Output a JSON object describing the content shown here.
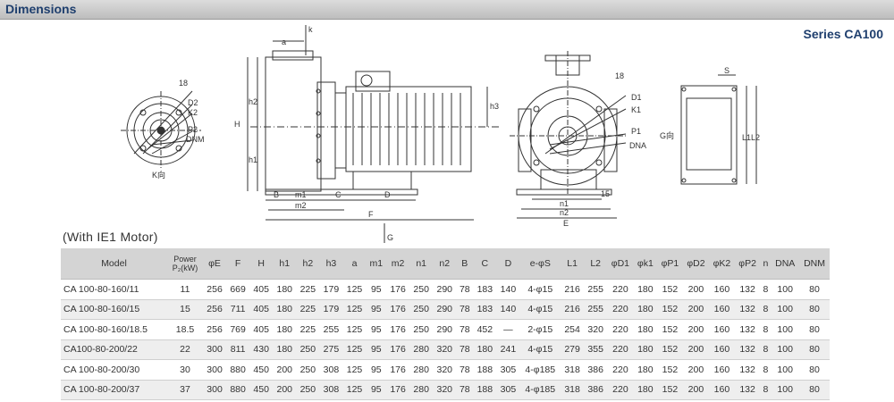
{
  "header": {
    "title": "Dimensions"
  },
  "series_label": "Series CA100",
  "subtitle": "(With IE1 Motor)",
  "drawing_labels": {
    "flange_left": [
      "18",
      "D2",
      "K2",
      "P2",
      "DNM",
      "K向"
    ],
    "side": [
      "a",
      "k",
      "H",
      "h2",
      "h1",
      "h3",
      "B",
      "m1",
      "m2",
      "C",
      "D",
      "F",
      "G"
    ],
    "front": [
      "18",
      "D1",
      "K1",
      "P1",
      "DNA",
      "15",
      "n1",
      "n2",
      "E"
    ],
    "base": [
      "S",
      "L1",
      "L2",
      "G向"
    ]
  },
  "table": {
    "headers": [
      "Model",
      "Power",
      "P₂(kW)",
      "φE",
      "F",
      "H",
      "h1",
      "h2",
      "h3",
      "a",
      "m1",
      "m2",
      "n1",
      "n2",
      "B",
      "C",
      "D",
      "e-φS",
      "L1",
      "L2",
      "φD1",
      "φk1",
      "φP1",
      "φD2",
      "φK2",
      "φP2",
      "n",
      "DNA",
      "DNM"
    ],
    "rows": [
      [
        "CA 100-80-160/11",
        "11",
        "256",
        "669",
        "405",
        "180",
        "225",
        "179",
        "125",
        "95",
        "176",
        "250",
        "290",
        "78",
        "183",
        "140",
        "4-φ15",
        "216",
        "255",
        "220",
        "180",
        "152",
        "200",
        "160",
        "132",
        "8",
        "100",
        "80"
      ],
      [
        "CA 100-80-160/15",
        "15",
        "256",
        "711",
        "405",
        "180",
        "225",
        "179",
        "125",
        "95",
        "176",
        "250",
        "290",
        "78",
        "183",
        "140",
        "4-φ15",
        "216",
        "255",
        "220",
        "180",
        "152",
        "200",
        "160",
        "132",
        "8",
        "100",
        "80"
      ],
      [
        "CA 100-80-160/18.5",
        "18.5",
        "256",
        "769",
        "405",
        "180",
        "225",
        "255",
        "125",
        "95",
        "176",
        "250",
        "290",
        "78",
        "452",
        "—",
        "2-φ15",
        "254",
        "320",
        "220",
        "180",
        "152",
        "200",
        "160",
        "132",
        "8",
        "100",
        "80"
      ],
      [
        "CA100-80-200/22",
        "22",
        "300",
        "811",
        "430",
        "180",
        "250",
        "275",
        "125",
        "95",
        "176",
        "280",
        "320",
        "78",
        "180",
        "241",
        "4-φ15",
        "279",
        "355",
        "220",
        "180",
        "152",
        "200",
        "160",
        "132",
        "8",
        "100",
        "80"
      ],
      [
        "CA 100-80-200/30",
        "30",
        "300",
        "880",
        "450",
        "200",
        "250",
        "308",
        "125",
        "95",
        "176",
        "280",
        "320",
        "78",
        "188",
        "305",
        "4-φ185",
        "318",
        "386",
        "220",
        "180",
        "152",
        "200",
        "160",
        "132",
        "8",
        "100",
        "80"
      ],
      [
        "CA 100-80-200/37",
        "37",
        "300",
        "880",
        "450",
        "200",
        "250",
        "308",
        "125",
        "95",
        "176",
        "280",
        "320",
        "78",
        "188",
        "305",
        "4-φ185",
        "318",
        "386",
        "220",
        "180",
        "152",
        "200",
        "160",
        "132",
        "8",
        "100",
        "80"
      ]
    ]
  }
}
